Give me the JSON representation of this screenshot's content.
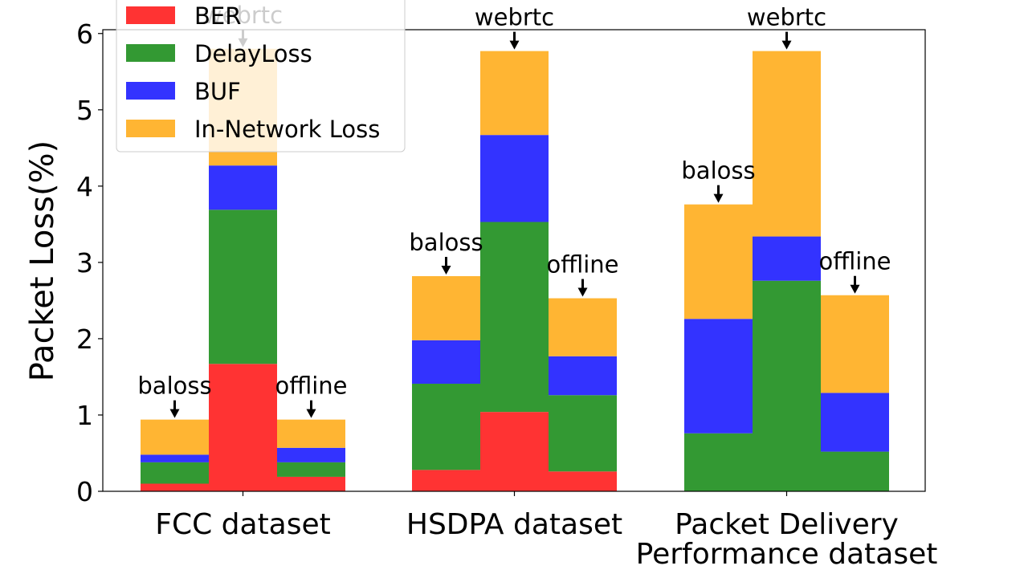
{
  "chart_data": {
    "type": "bar",
    "stacked": true,
    "ylabel": "Packet Loss(%)",
    "xlabel": "",
    "ylim": [
      0,
      6.05
    ],
    "yticks": [
      "0",
      "1",
      "2",
      "3",
      "4",
      "5",
      "6"
    ],
    "groups": [
      {
        "label_lines": [
          "FCC dataset"
        ]
      },
      {
        "label_lines": [
          "HSDPA dataset"
        ]
      },
      {
        "label_lines": [
          "Packet Delivery",
          "Performance dataset"
        ]
      }
    ],
    "methods": [
      "baloss",
      "webrtc",
      "offline"
    ],
    "series": [
      {
        "name": "BER",
        "color": "#ff3333",
        "values": [
          [
            0.1,
            1.67,
            0.19
          ],
          [
            0.28,
            1.04,
            0.26
          ],
          [
            0.0,
            0.0,
            0.0
          ]
        ]
      },
      {
        "name": "DelayLoss",
        "color": "#339933",
        "values": [
          [
            0.28,
            2.02,
            0.19
          ],
          [
            1.13,
            2.49,
            1.0
          ],
          [
            0.76,
            2.76,
            0.52
          ]
        ]
      },
      {
        "name": "BUF",
        "color": "#3333ff",
        "values": [
          [
            0.1,
            0.58,
            0.19
          ],
          [
            0.57,
            1.14,
            0.51
          ],
          [
            1.5,
            0.58,
            0.77
          ]
        ]
      },
      {
        "name": "In-Network Loss",
        "color": "#ffb533",
        "values": [
          [
            0.46,
            1.53,
            0.37
          ],
          [
            0.84,
            1.1,
            0.76
          ],
          [
            1.5,
            2.43,
            1.28
          ]
        ]
      }
    ],
    "legend": {
      "placement": "top-left"
    },
    "grid": false
  }
}
